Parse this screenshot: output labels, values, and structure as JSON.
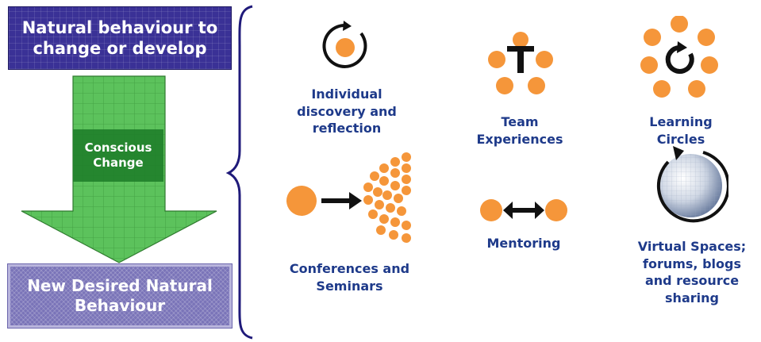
{
  "top_box": {
    "text": "Natural behaviour to change or develop"
  },
  "arrow": {
    "label": "Conscious Change"
  },
  "bottom_box": {
    "text": "New Desired Natural Behaviour"
  },
  "methods": {
    "individual": "Individual discovery and reflection",
    "team": "Team Experiences",
    "learning_circles": "Learning Circles",
    "conferences": "Conferences and Seminars",
    "mentoring": "Mentoring",
    "virtual": "Virtual Spaces; forums, blogs and resource sharing"
  },
  "colors": {
    "top_box": "#3a3196",
    "bottom_box": "#7a74b8",
    "arrow_green": "#5cc25c",
    "label_blue": "#1e3a8a",
    "dot_orange": "#f5963a"
  }
}
